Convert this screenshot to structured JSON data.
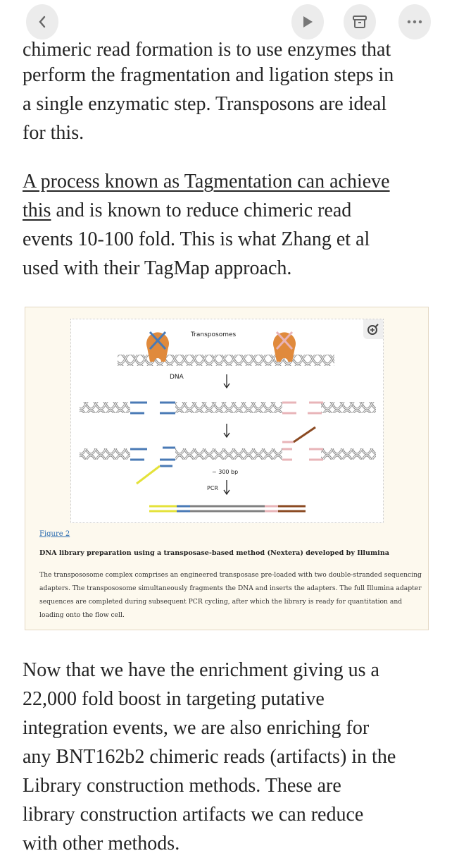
{
  "toolbar": {
    "back": "back",
    "play": "play",
    "archive": "archive",
    "more": "more"
  },
  "article": {
    "cut_line": "chimeric read formation is to use enzymes that",
    "para1": [
      "perform the fragmentation and ligation steps in",
      "a single enzymatic step. Transposons are ideal",
      "for this."
    ],
    "para2_link_line1": "A process known as Tagmentation can achieve",
    "para2_link_line2": "this",
    "para2_rest_line2": " and is known to reduce chimeric read",
    "para2": [
      "events 10-100 fold. This is what Zhang et al",
      "used with their TagMap approach."
    ],
    "para3": [
      "Now that we have the enrichment giving us a",
      "22,000 fold boost in targeting putative",
      "integration events, we are also enriching for",
      "any BNT162b2 chimeric reads (artifacts) in the",
      "Library construction methods. These are",
      "library construction artifacts we can reduce",
      "with other methods."
    ]
  },
  "figure": {
    "labels": {
      "transposomes": "Transposomes",
      "dna": "DNA",
      "size": "~ 300 bp",
      "pcr": "PCR"
    },
    "link": "Figure 2",
    "title": "DNA library preparation using a transposase-based method (Nextera) developed by Illumina",
    "caption": [
      "The transpososome complex comprises an engineered transposase pre-loaded with two double-stranded sequencing",
      "adapters. The transpososome simultaneously fragments the DNA and inserts the adapters. The full Illumina adapter",
      "sequences are completed during subsequent PCR cycling, after which the library is ready for quantitation and",
      "loading onto the flow cell."
    ],
    "colors": {
      "blue": "#4a7ab5",
      "pink": "#e8b4b8",
      "yellow": "#e4e23a",
      "brown": "#8b4a22",
      "orange": "#e08a3c",
      "gray": "#808080"
    }
  }
}
